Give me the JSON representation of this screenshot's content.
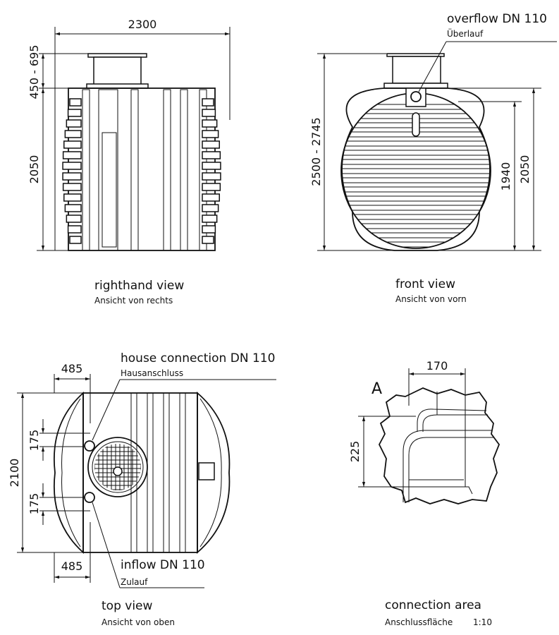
{
  "righthand_view": {
    "title": "righthand view",
    "subtitle": "Ansicht von rechts",
    "dim_width": "2300",
    "dim_riser": "450 - 695",
    "dim_height": "2050"
  },
  "front_view": {
    "title": "front view",
    "subtitle": "Ansicht von vorn",
    "callout": "overflow DN  110",
    "callout_sub": "Überlauf",
    "dim_total": "2500 - 2745",
    "dim_overflow_height": "1940",
    "dim_height": "2050"
  },
  "top_view": {
    "title": "top view",
    "subtitle": "Ansicht von oben",
    "callout_top": "house connection DN 110",
    "callout_top_sub": "Hausanschluss",
    "callout_bottom": "inflow DN 110",
    "callout_bottom_sub": "Zulauf",
    "dim_offset_top": "485",
    "dim_offset_bottom": "485",
    "dim_width": "2100",
    "dim_pipe_top": "175",
    "dim_pipe_bottom": "175"
  },
  "connection_area": {
    "title": "connection area",
    "subtitle": "Anschlussfläche",
    "scale": "1:10",
    "detail_label": "A",
    "dim_width": "170",
    "dim_height": "225"
  }
}
